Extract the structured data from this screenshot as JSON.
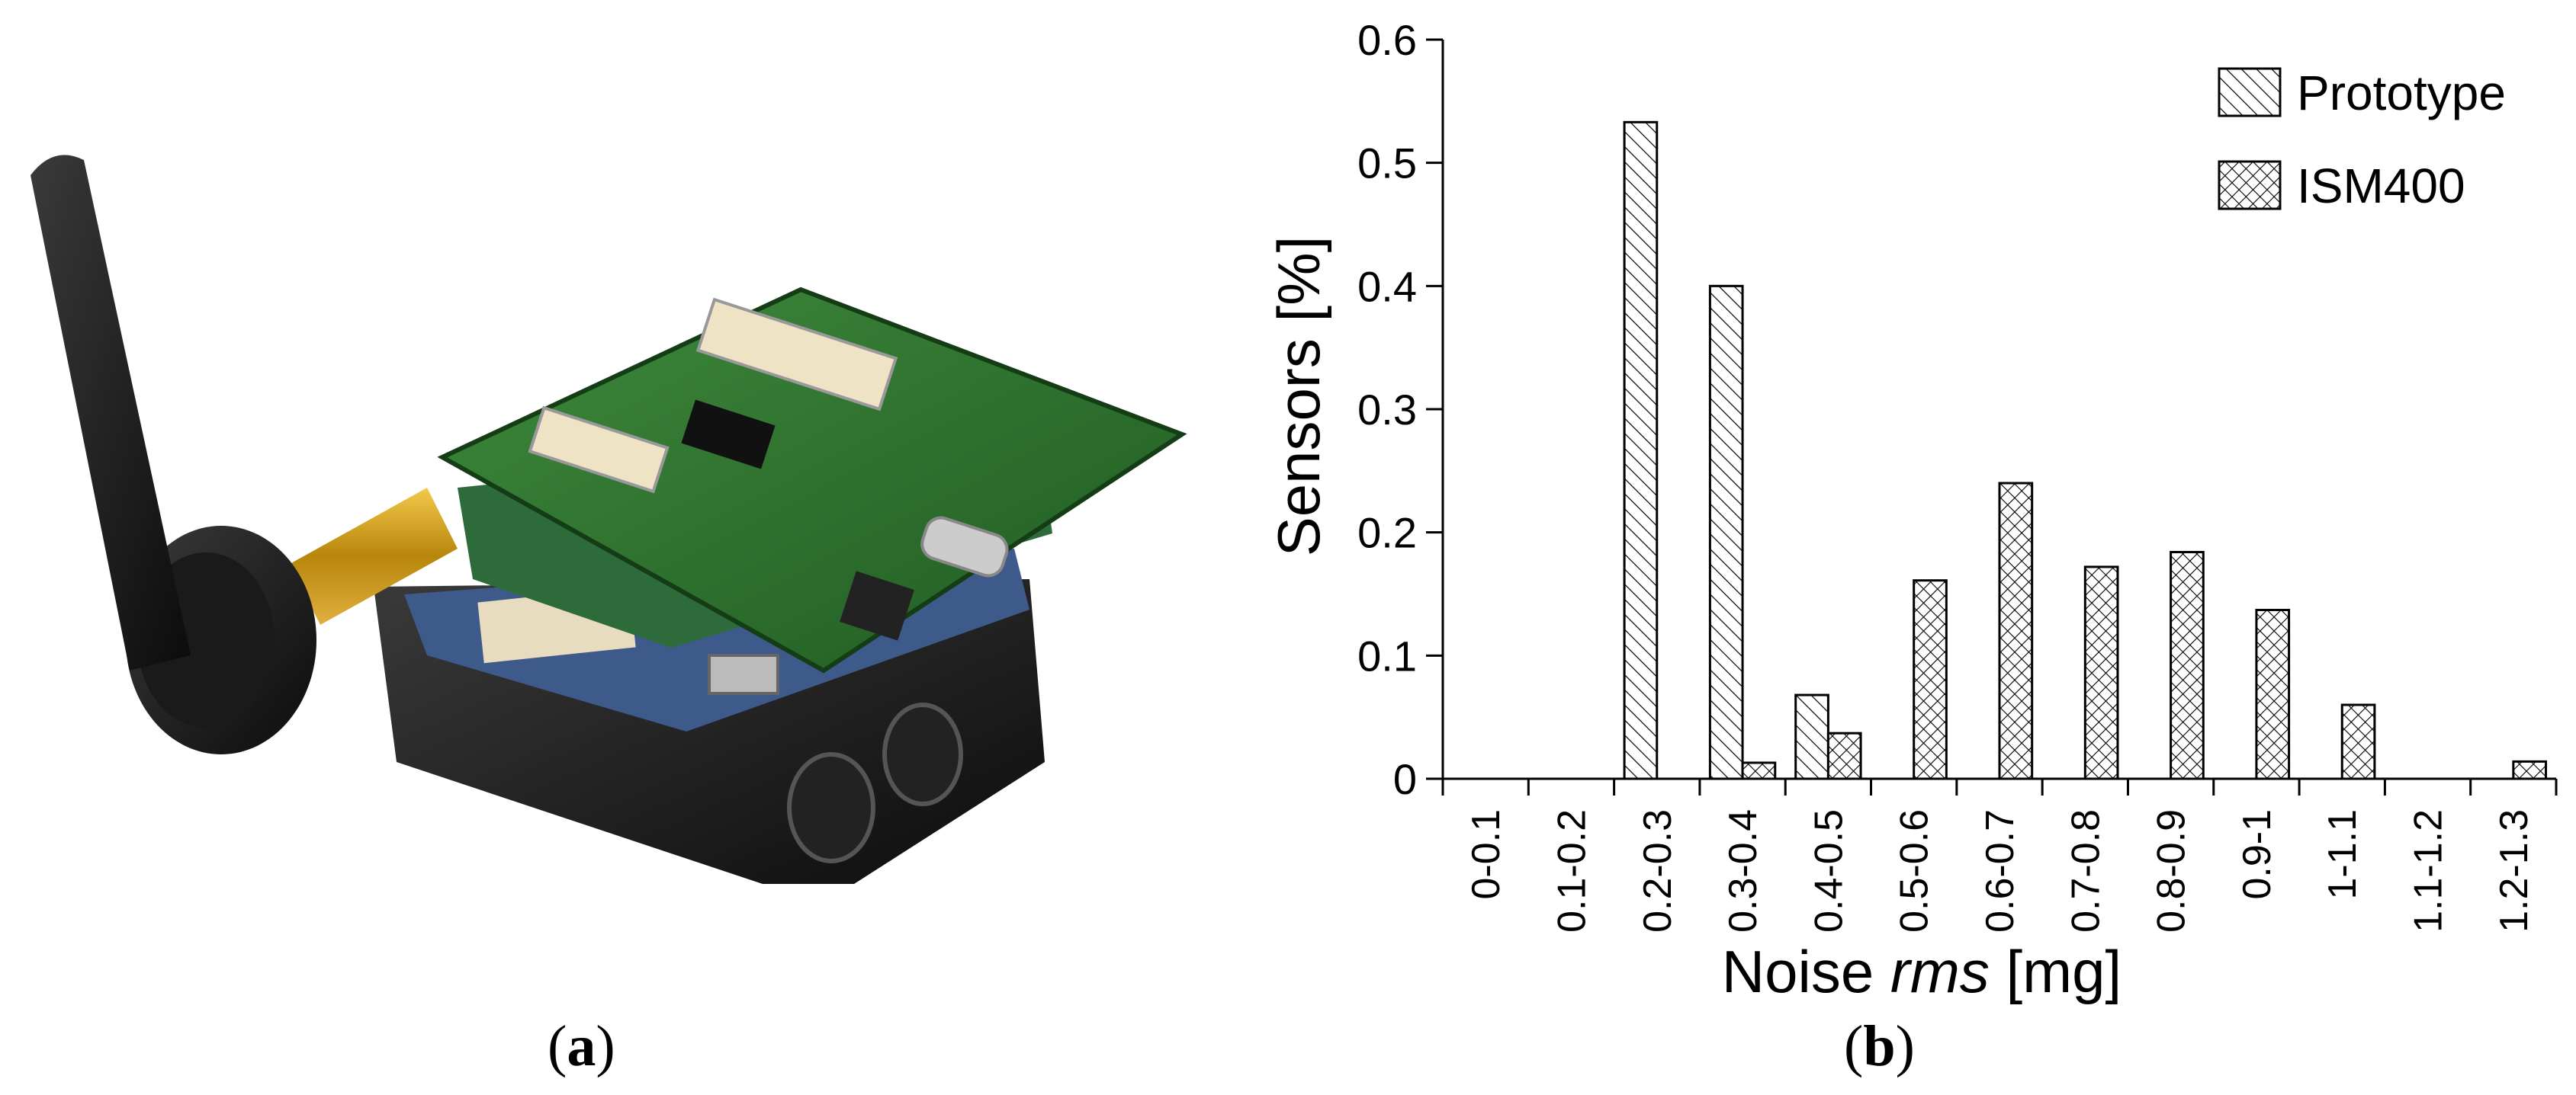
{
  "panels": {
    "a": {
      "caption_open": "(",
      "caption_letter": "a",
      "caption_close": ")"
    },
    "b": {
      "caption_open": "(",
      "caption_letter": "b",
      "caption_close": ")"
    }
  },
  "chart_data": {
    "type": "bar",
    "title": "",
    "xlabel_prefix": "Noise ",
    "xlabel_italic": "rms",
    "xlabel_suffix": "  [mg]",
    "ylabel": "Sensors  [%]",
    "ylim": [
      0,
      0.6
    ],
    "yticks": [
      "0",
      "0.1",
      "0.2",
      "0.3",
      "0.4",
      "0.5",
      "0.6"
    ],
    "categories": [
      "0-0.1",
      "0.1-0.2",
      "0.2-0.3",
      "0.3-0.4",
      "0.4-0.5",
      "0.5-0.6",
      "0.6-0.7",
      "0.7-0.8",
      "0.8-0.9",
      "0.9-1",
      "1-1.1",
      "1.1-1.2",
      "1.2-1.3"
    ],
    "series": [
      {
        "name": "Prototype",
        "pattern": "diagonal-hatch",
        "values": [
          0,
          0,
          0.533,
          0.4,
          0.068,
          0,
          0,
          0,
          0,
          0,
          0,
          0,
          0
        ]
      },
      {
        "name": "ISM400",
        "pattern": "cross-hatch",
        "values": [
          0,
          0,
          0,
          0.013,
          0.037,
          0.161,
          0.24,
          0.172,
          0.184,
          0.137,
          0.06,
          0,
          0.014
        ]
      }
    ],
    "legend": "top-right",
    "grid": false
  }
}
